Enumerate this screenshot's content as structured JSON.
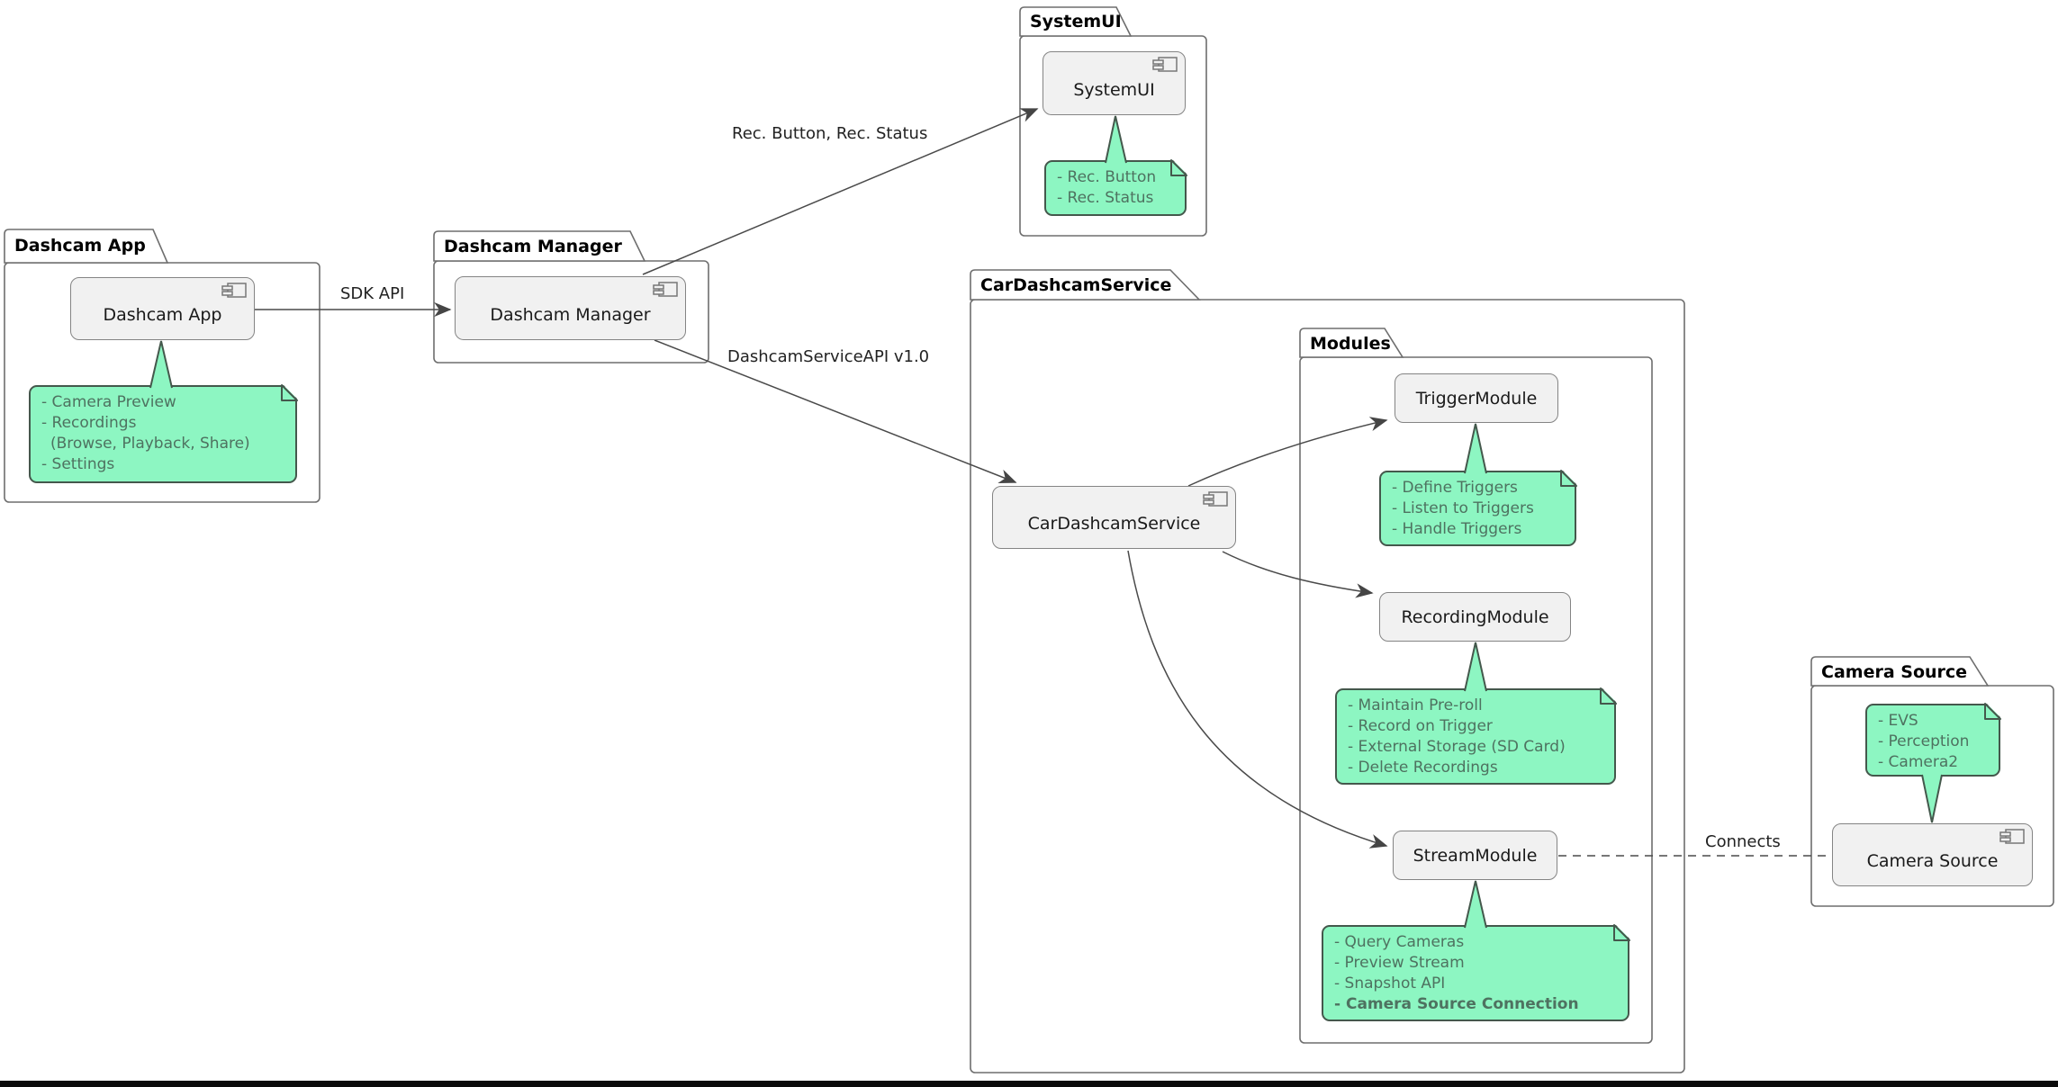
{
  "diagram": {
    "packages": {
      "dashcam_app": {
        "title": "Dashcam App"
      },
      "dashcam_manager": {
        "title": "Dashcam Manager"
      },
      "system_ui": {
        "title": "SystemUI"
      },
      "car_dashcam_service": {
        "title": "CarDashcamService"
      },
      "modules": {
        "title": "Modules"
      },
      "camera_source": {
        "title": "Camera Source"
      }
    },
    "components": {
      "dashcam_app": "Dashcam App",
      "dashcam_manager": "Dashcam Manager",
      "system_ui": "SystemUI",
      "car_dashcam_service": "CarDashcamService",
      "trigger_module": "TriggerModule",
      "recording_module": "RecordingModule",
      "stream_module": "StreamModule",
      "camera_source": "Camera Source"
    },
    "notes": {
      "dashcam_app": {
        "lines": [
          "- Camera Preview",
          "- Recordings",
          "(Browse, Playback, Share)",
          "- Settings"
        ]
      },
      "system_ui": {
        "lines": [
          "- Rec. Button",
          "- Rec. Status"
        ]
      },
      "trigger_module": {
        "lines": [
          "- Define Triggers",
          "- Listen to Triggers",
          "- Handle Triggers"
        ]
      },
      "recording_module": {
        "lines": [
          "- Maintain Pre-roll",
          "- Record on Trigger",
          "- External Storage (SD Card)",
          "- Delete Recordings"
        ]
      },
      "stream_module": {
        "lines": [
          "- Query Cameras",
          "- Preview Stream",
          "- Snapshot API",
          "- Camera Source Connection"
        ]
      },
      "camera_source": {
        "lines": [
          "- EVS",
          "- Perception",
          "- Camera2"
        ]
      }
    },
    "edge_labels": {
      "sdk_api": "SDK API",
      "rec_button_status": "Rec. Button, Rec. Status",
      "dashcam_service_api": "DashcamServiceAPI v1.0",
      "connects": "Connects"
    },
    "colors": {
      "note_fill": "#8DF6C2",
      "note_border": "#44584C",
      "note_text": "#4E7260",
      "component_fill": "#F1F1F1",
      "component_border": "#848484",
      "package_border": "#6E6E6E",
      "arrow": "#4A4A4A",
      "bottom_bar": "#0B0B0B"
    }
  }
}
